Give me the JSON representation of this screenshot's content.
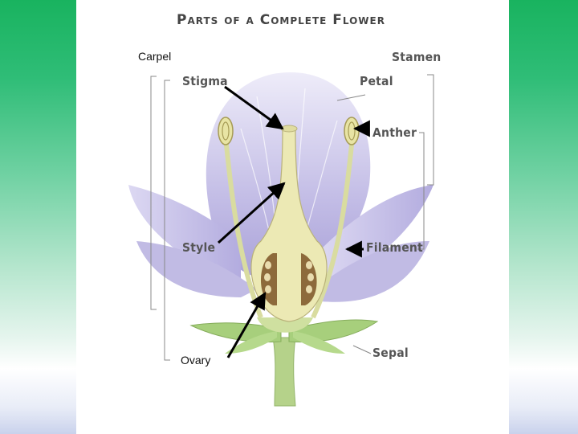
{
  "title": "Parts of a Complete Flower",
  "labels": {
    "stamen": "Stamen",
    "stigma": "Stigma",
    "petal": "Petal",
    "anther": "Anther",
    "style": "Style",
    "filament": "Filament",
    "sepal": "Sepal"
  },
  "annotations": {
    "carpel": "Carpel",
    "ovary": "Ovary"
  },
  "colors": {
    "band_top": "#19b35f",
    "petal": "#c9c4e8",
    "stem": "#b9d88a",
    "pistil": "#e9e6b0",
    "ovule": "#8c6a3a"
  }
}
